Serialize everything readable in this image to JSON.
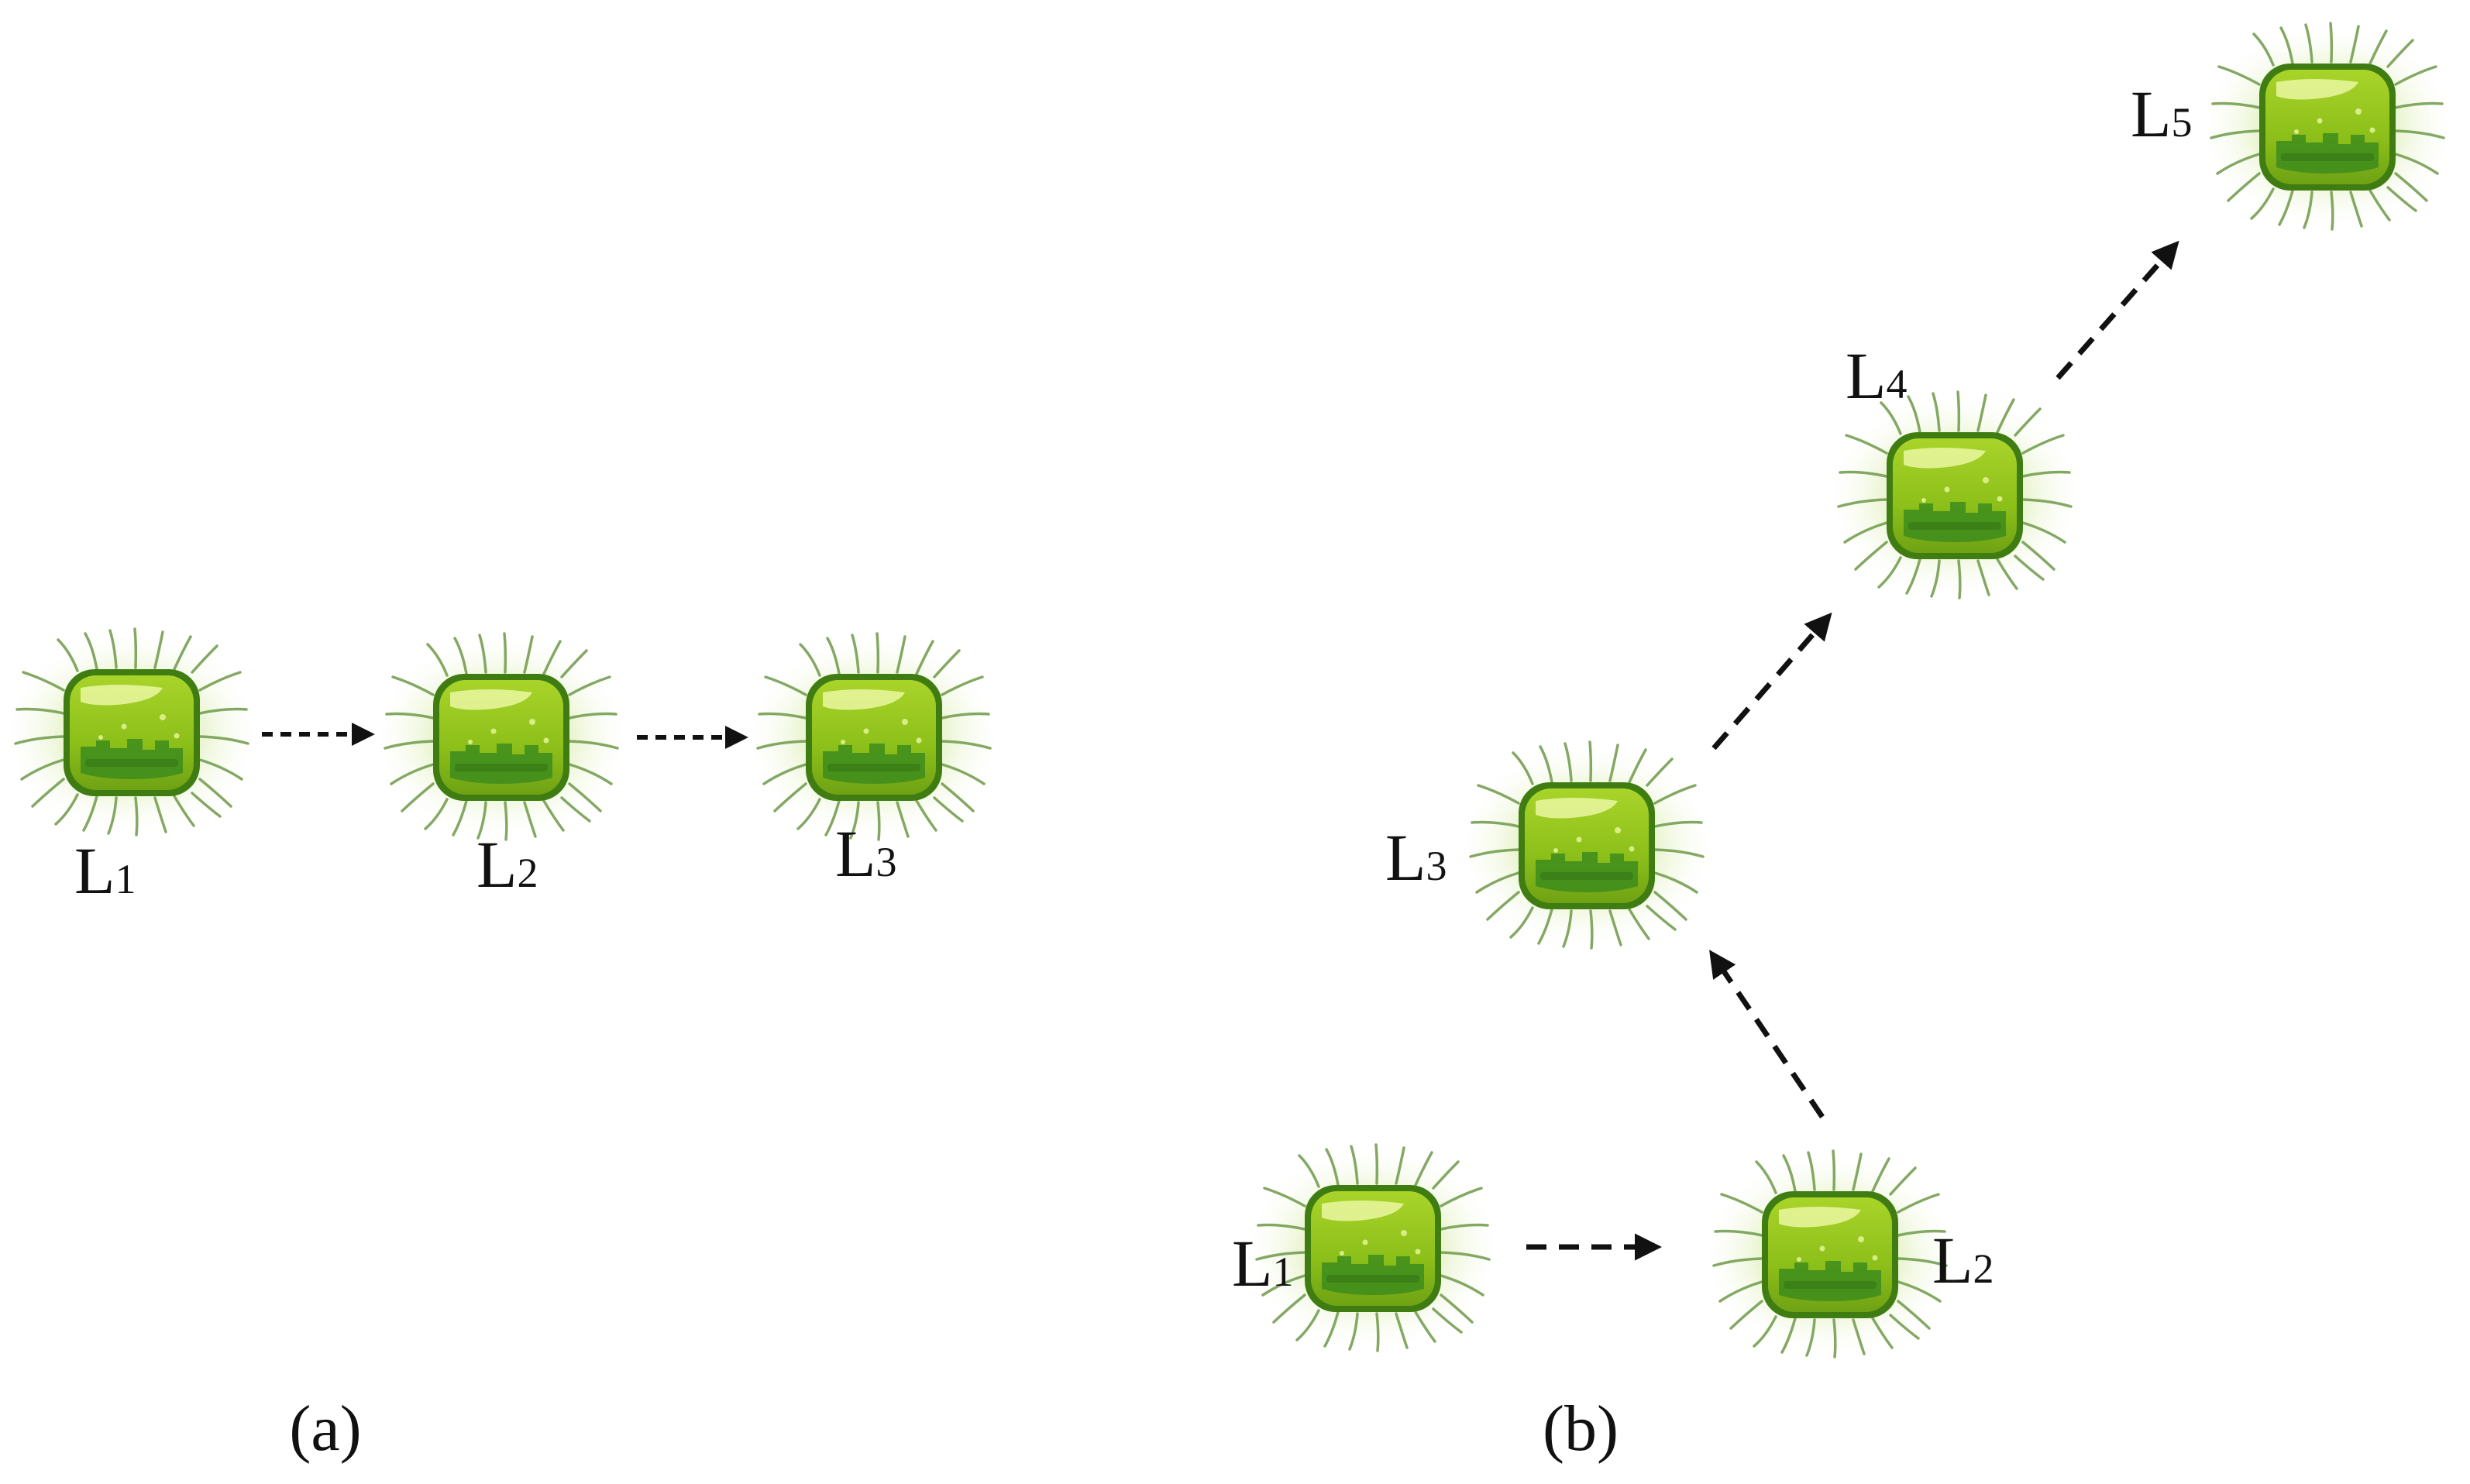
{
  "colors": {
    "cell_body": "#8cbf19",
    "cell_outline": "#3f7d12",
    "cell_highlight": "#e5f59a",
    "cell_dark": "#3d8c1c",
    "flagella": "#6f9a4a",
    "glow": "#d6eaa6",
    "arrow": "#111111"
  },
  "icon": "bacterium-cell-icon",
  "panels": {
    "a": {
      "caption": "(a)",
      "cells": [
        {
          "letter": "L",
          "index": "1"
        },
        {
          "letter": "L",
          "index": "2"
        },
        {
          "letter": "L",
          "index": "3"
        }
      ]
    },
    "b": {
      "caption": "(b)",
      "cells": [
        {
          "letter": "L",
          "index": "1"
        },
        {
          "letter": "L",
          "index": "2"
        },
        {
          "letter": "L",
          "index": "3"
        },
        {
          "letter": "L",
          "index": "4"
        },
        {
          "letter": "L",
          "index": "5"
        }
      ]
    }
  }
}
